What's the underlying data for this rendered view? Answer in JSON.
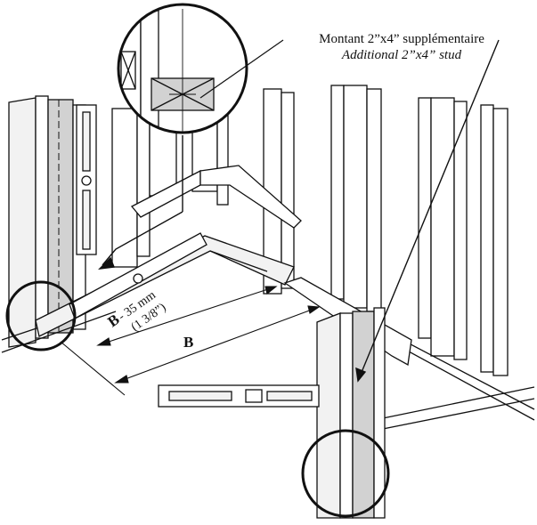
{
  "callout": {
    "label_fr": "Montant 2”x4” supplémentaire",
    "label_en": "Additional 2”x4” stud"
  },
  "dimensions": {
    "inner_letter": "B",
    "inner_value": " - 35 mm",
    "inner_imperial": "(1 3/8”)",
    "outer_letter": "B"
  },
  "colors": {
    "line": "#111111",
    "stud_shade": "#d2d2d2",
    "face_light": "#f2f2f2",
    "fill": "#ffffff"
  }
}
